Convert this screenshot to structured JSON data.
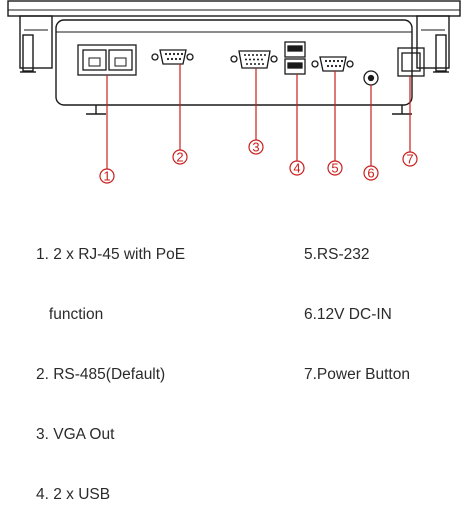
{
  "callouts": [
    "1",
    "2",
    "3",
    "4",
    "5",
    "6",
    "7"
  ],
  "legend_left": [
    "1. 2 x RJ-45 with PoE",
    "   function",
    "2. RS-485(Default)",
    "3. VGA Out",
    "4. 2 x USB"
  ],
  "legend_right": [
    "5.RS-232",
    "6.12V DC-IN",
    "7.Power Button"
  ],
  "colors": {
    "callout": "#c8201e",
    "line": "#1a1a1a",
    "text": "#2b2b2b"
  }
}
